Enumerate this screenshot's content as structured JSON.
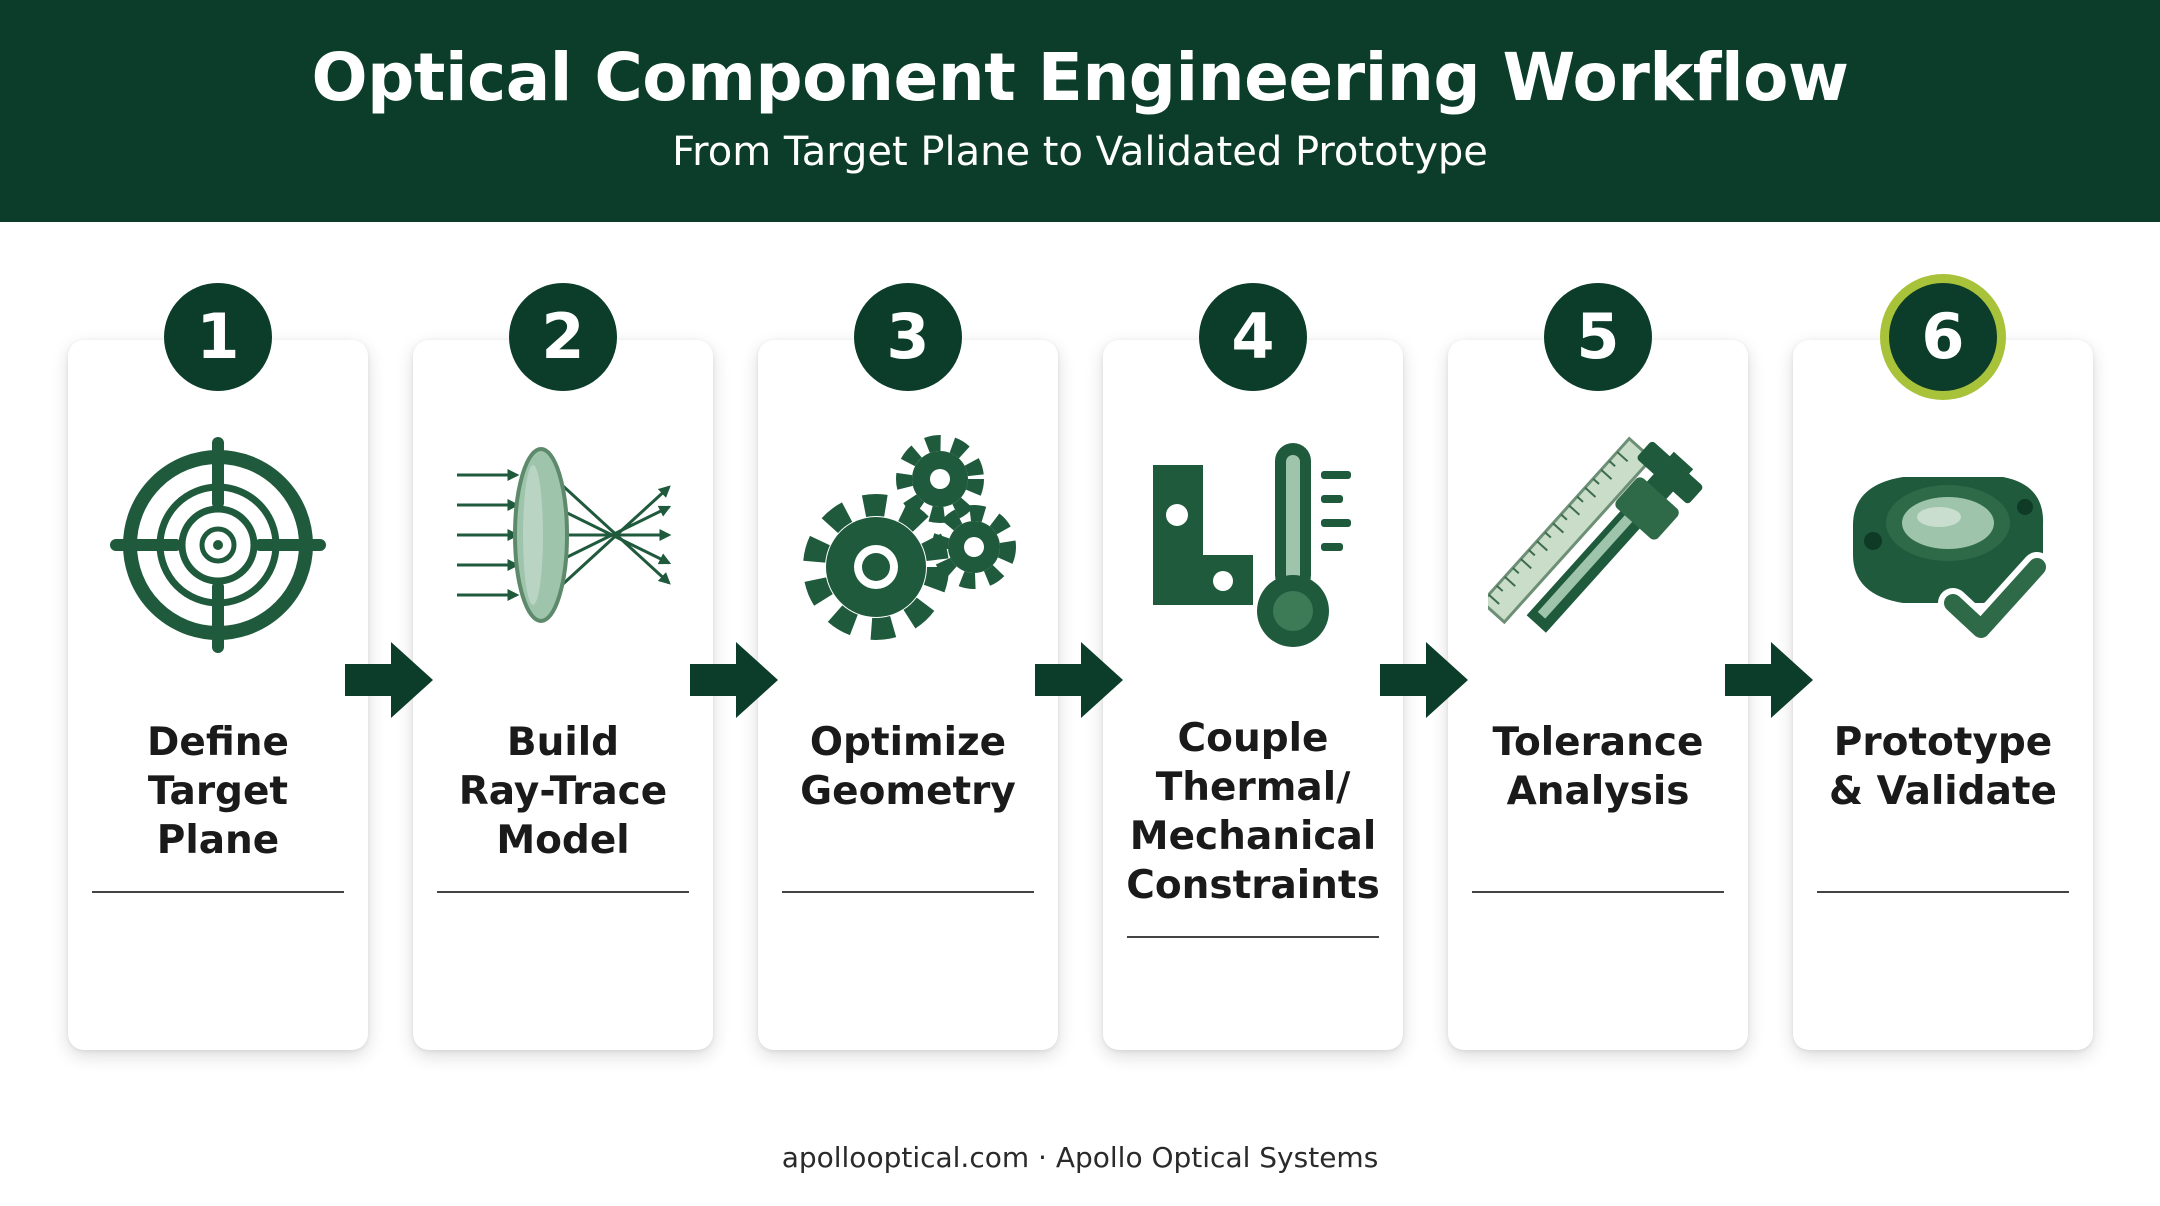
{
  "header": {
    "title": "Optical Component Engineering Workflow",
    "subtitle": "From Target Plane to Validated Prototype"
  },
  "colors": {
    "brand_dark_green": "#0b3d2a",
    "icon_green": "#1f5a3c",
    "highlight_lime": "#a8c23a",
    "lens_glass": "#9fc4ac"
  },
  "steps": [
    {
      "number": "1",
      "lines": [
        "Define",
        "Target",
        "Plane"
      ],
      "icon": "target-crosshair-icon"
    },
    {
      "number": "2",
      "lines": [
        "Build",
        "Ray-Trace",
        "Model"
      ],
      "icon": "lens-ray-trace-icon"
    },
    {
      "number": "3",
      "lines": [
        "Optimize",
        "Geometry"
      ],
      "icon": "gears-icon"
    },
    {
      "number": "4",
      "lines": [
        "Couple",
        "Thermal/",
        "Mechanical",
        "Constraints"
      ],
      "icon": "bracket-thermometer-icon"
    },
    {
      "number": "5",
      "lines": [
        "Tolerance",
        "Analysis"
      ],
      "icon": "ruler-caliper-icon"
    },
    {
      "number": "6",
      "lines": [
        "Prototype",
        "& Validate"
      ],
      "icon": "lens-mount-checkmark-icon",
      "highlighted": true
    }
  ],
  "footer": {
    "text": "apollooptical.com · Apollo Optical Systems"
  }
}
